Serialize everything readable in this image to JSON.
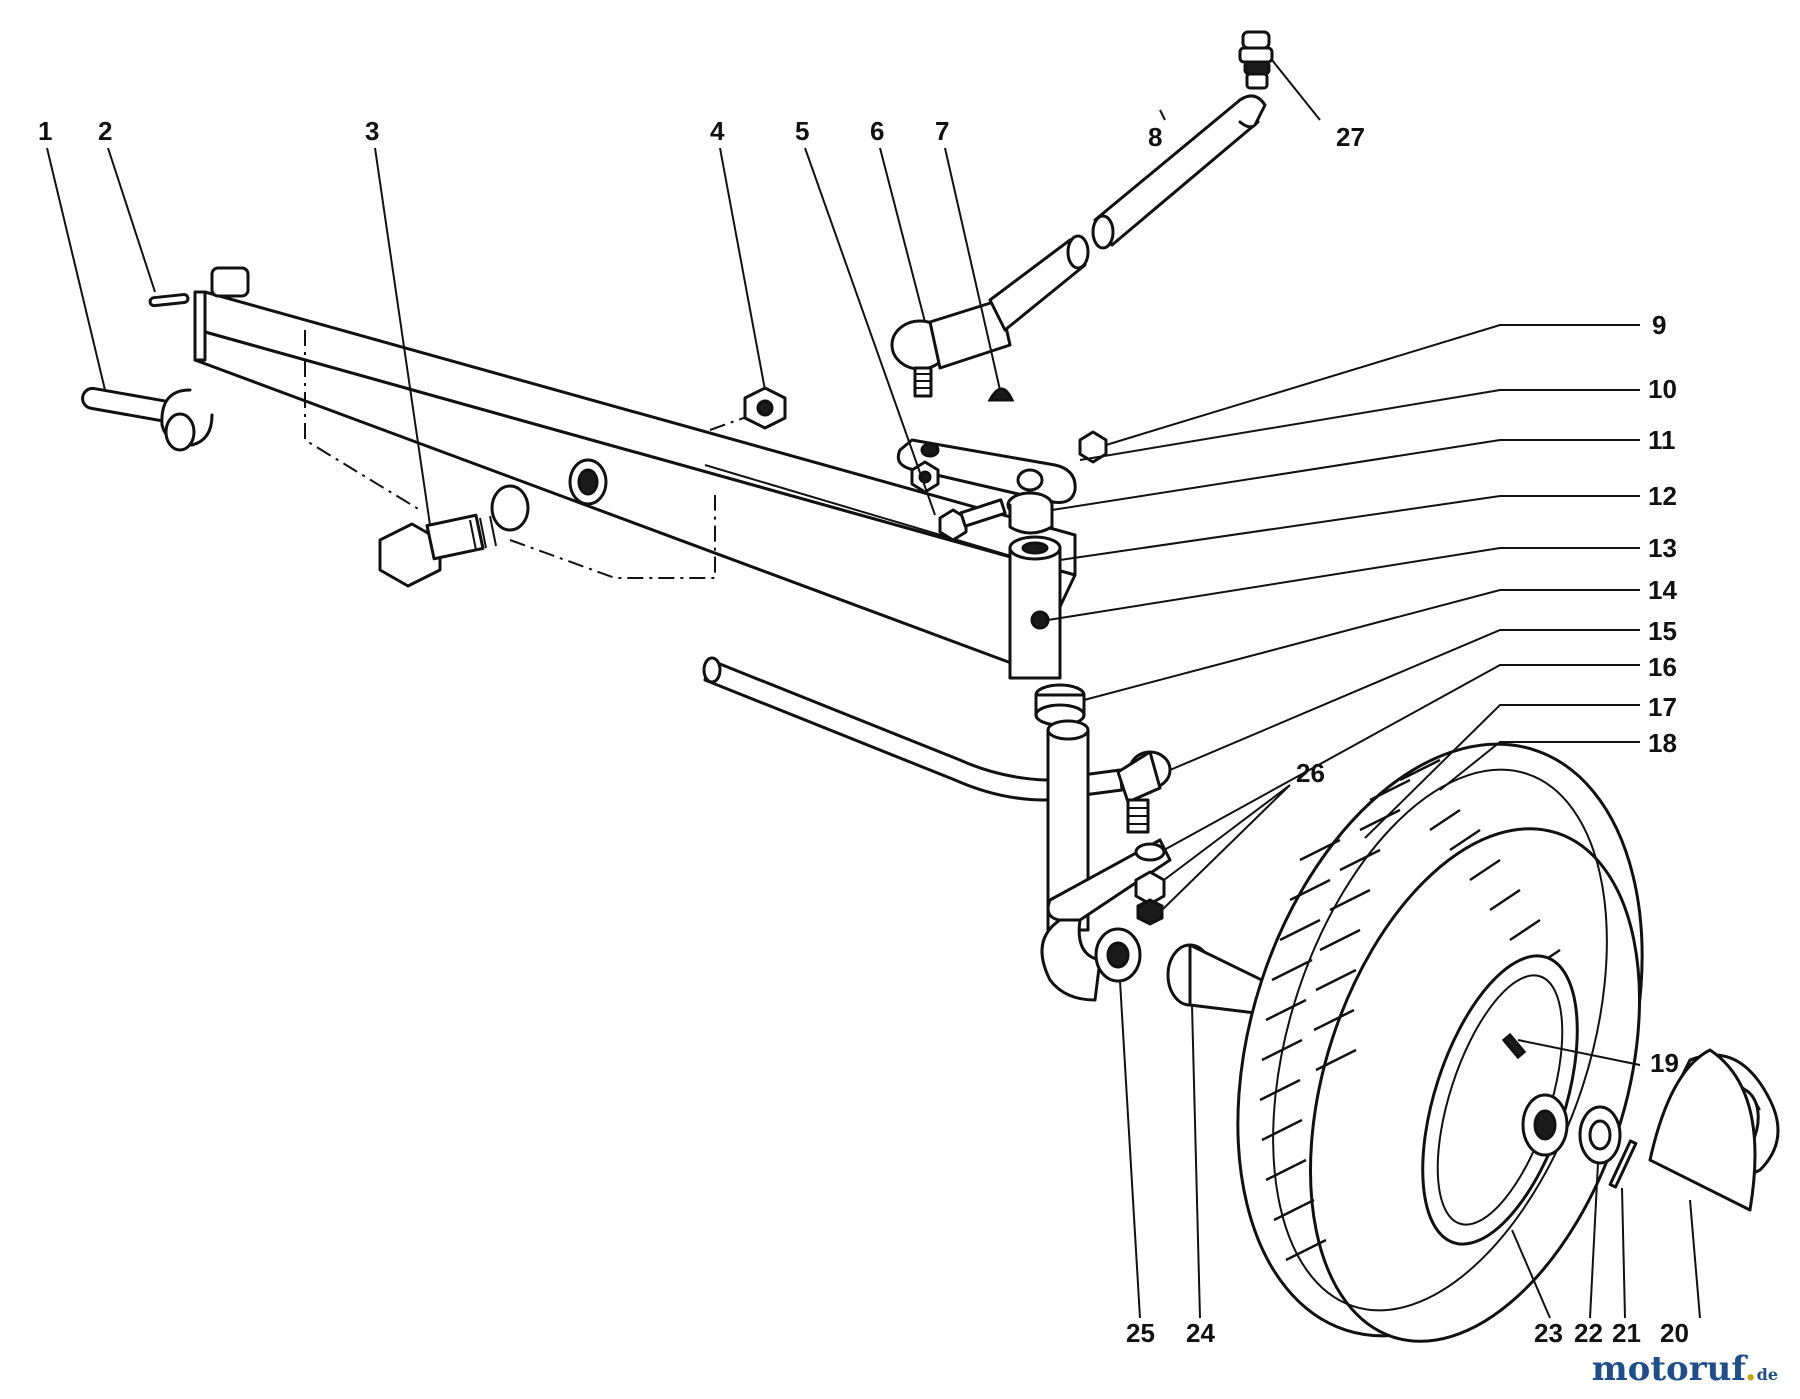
{
  "diagram": {
    "callouts": [
      "1",
      "2",
      "3",
      "4",
      "5",
      "6",
      "7",
      "8",
      "9",
      "10",
      "11",
      "12",
      "13",
      "14",
      "15",
      "16",
      "17",
      "18",
      "19",
      "20",
      "21",
      "22",
      "23",
      "24",
      "25",
      "26",
      "27"
    ]
  },
  "watermark": {
    "brand_main": "motoruf",
    "brand_dot": ".",
    "brand_tld": "de"
  },
  "colors": {
    "ink": "#111111",
    "watermark_blue": "#1f4e8c",
    "watermark_gold": "#c8a400"
  }
}
